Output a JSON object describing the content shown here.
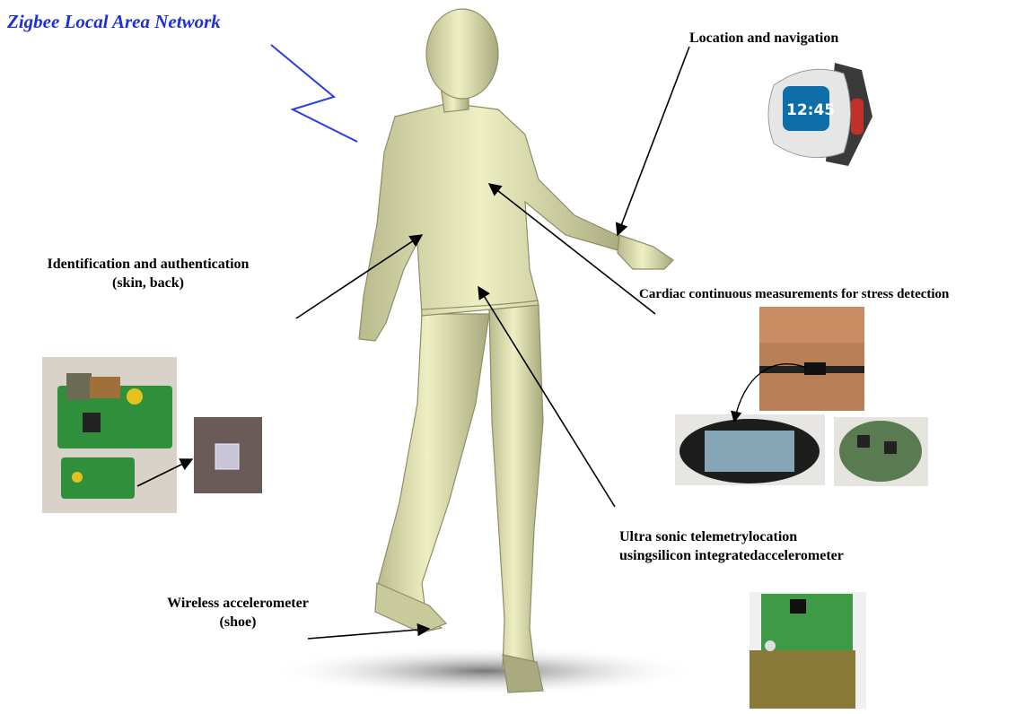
{
  "network_title": "Zigbee Local Area Network",
  "labels": {
    "location": "Location and navigation",
    "identification_line1": "Identification and authentication",
    "identification_line2": "(skin, back)",
    "cardiac": "Cardiac continuous measurements for stress detection",
    "ultrasonic_line1": "Ultra sonic telemetrylocation",
    "ultrasonic_line2": "usingsilicon integratedaccelerometer",
    "wireless_line1": "Wireless accelerometer",
    "wireless_line2": "(shoe)"
  },
  "watch_time": "12:45",
  "colors": {
    "network_text": "#1f2fd6",
    "zigzag": "#2a3ee0",
    "body": "#e3e4b4",
    "body_shade": "#9d9e74",
    "pcb_green": "#2f8f3a",
    "skin": "#c98d63"
  }
}
